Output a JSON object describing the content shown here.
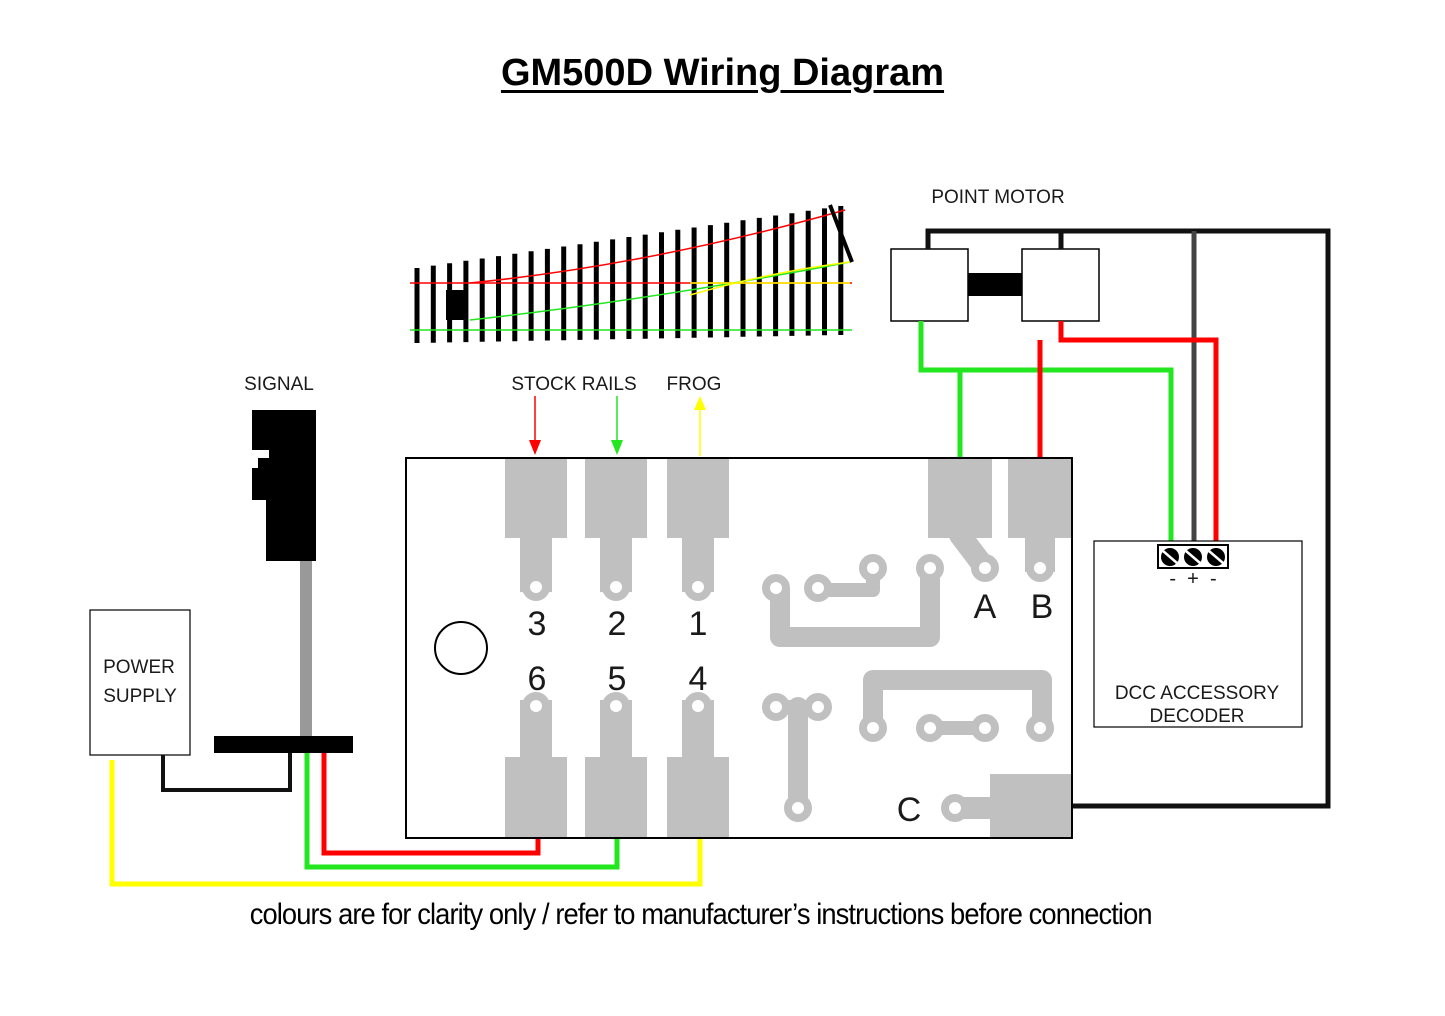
{
  "title": "GM500D Wiring Diagram",
  "labels": {
    "point_motor": "POINT MOTOR",
    "signal": "SIGNAL",
    "stock_rails": "STOCK RAILS",
    "frog": "FROG",
    "power_supply_line1": "POWER",
    "power_supply_line2": "SUPPLY",
    "dcc_decoder_line1": "DCC ACCESSORY",
    "dcc_decoder_line2": "DECODER",
    "decoder_terminal_signs": "-  +  -"
  },
  "board": {
    "terminals": [
      "3",
      "2",
      "1",
      "6",
      "5",
      "4",
      "A",
      "B",
      "C"
    ]
  },
  "footnote": "colours are for clarity only / refer to manufacturer’s instructions before connection",
  "colors": {
    "wire_red": "#ff0000",
    "wire_green": "#22e61e",
    "wire_yellow": "#ffff00",
    "wire_black": "#111111",
    "wire_grey": "#444444",
    "pad_grey": "#c0c0c0",
    "board_outline": "#000000"
  }
}
